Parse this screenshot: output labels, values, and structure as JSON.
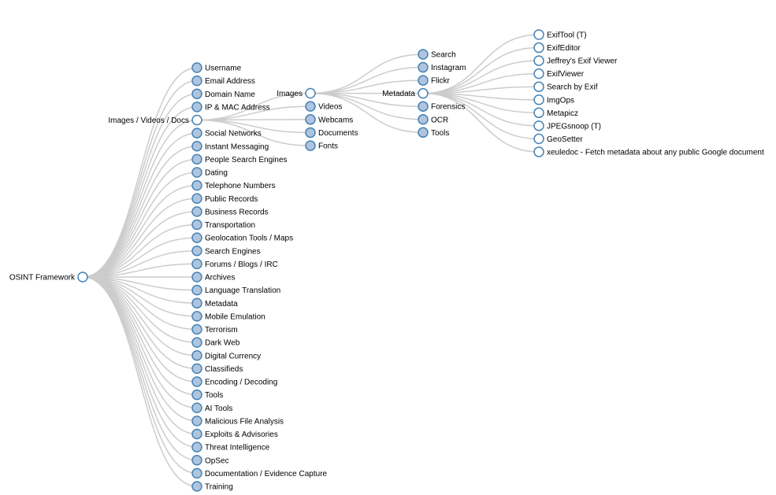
{
  "colors": {
    "link": "#cccccc",
    "node_stroke": "#4682b4",
    "node_fill_collapsed": "#b0c4de",
    "node_fill_expanded": "#ffffff",
    "text": "#000000"
  },
  "tree": {
    "name": "OSINT Framework",
    "state": "expanded",
    "children": [
      {
        "name": "Username",
        "state": "collapsed",
        "children": []
      },
      {
        "name": "Email Address",
        "state": "collapsed",
        "children": []
      },
      {
        "name": "Domain Name",
        "state": "collapsed",
        "children": []
      },
      {
        "name": "IP & MAC Address",
        "state": "collapsed",
        "children": []
      },
      {
        "name": "Images / Videos / Docs",
        "state": "expanded",
        "children": [
          {
            "name": "Images",
            "state": "expanded",
            "children": [
              {
                "name": "Search",
                "state": "collapsed",
                "children": []
              },
              {
                "name": "Instagram",
                "state": "collapsed",
                "children": []
              },
              {
                "name": "Flickr",
                "state": "collapsed",
                "children": []
              },
              {
                "name": "Metadata",
                "state": "expanded",
                "children": [
                  {
                    "name": "ExifTool (T)",
                    "state": "leaf"
                  },
                  {
                    "name": "ExifEditor",
                    "state": "leaf"
                  },
                  {
                    "name": "Jeffrey's Exif Viewer",
                    "state": "leaf"
                  },
                  {
                    "name": "ExifViewer",
                    "state": "leaf"
                  },
                  {
                    "name": "Search by Exif",
                    "state": "leaf"
                  },
                  {
                    "name": "ImgOps",
                    "state": "leaf"
                  },
                  {
                    "name": "Metapicz",
                    "state": "leaf"
                  },
                  {
                    "name": "JPEGsnoop (T)",
                    "state": "leaf"
                  },
                  {
                    "name": "GeoSetter",
                    "state": "leaf"
                  },
                  {
                    "name": "xeuledoc - Fetch metadata about any public Google document",
                    "state": "leaf"
                  }
                ]
              },
              {
                "name": "Forensics",
                "state": "collapsed",
                "children": []
              },
              {
                "name": "OCR",
                "state": "collapsed",
                "children": []
              },
              {
                "name": "Tools",
                "state": "collapsed",
                "children": []
              }
            ]
          },
          {
            "name": "Videos",
            "state": "collapsed",
            "children": []
          },
          {
            "name": "Webcams",
            "state": "collapsed",
            "children": []
          },
          {
            "name": "Documents",
            "state": "collapsed",
            "children": []
          },
          {
            "name": "Fonts",
            "state": "collapsed",
            "children": []
          }
        ]
      },
      {
        "name": "Social Networks",
        "state": "collapsed",
        "children": []
      },
      {
        "name": "Instant Messaging",
        "state": "collapsed",
        "children": []
      },
      {
        "name": "People Search Engines",
        "state": "collapsed",
        "children": []
      },
      {
        "name": "Dating",
        "state": "collapsed",
        "children": []
      },
      {
        "name": "Telephone Numbers",
        "state": "collapsed",
        "children": []
      },
      {
        "name": "Public Records",
        "state": "collapsed",
        "children": []
      },
      {
        "name": "Business Records",
        "state": "collapsed",
        "children": []
      },
      {
        "name": "Transportation",
        "state": "collapsed",
        "children": []
      },
      {
        "name": "Geolocation Tools / Maps",
        "state": "collapsed",
        "children": []
      },
      {
        "name": "Search Engines",
        "state": "collapsed",
        "children": []
      },
      {
        "name": "Forums / Blogs / IRC",
        "state": "collapsed",
        "children": []
      },
      {
        "name": "Archives",
        "state": "collapsed",
        "children": []
      },
      {
        "name": "Language Translation",
        "state": "collapsed",
        "children": []
      },
      {
        "name": "Metadata",
        "state": "collapsed",
        "children": []
      },
      {
        "name": "Mobile Emulation",
        "state": "collapsed",
        "children": []
      },
      {
        "name": "Terrorism",
        "state": "collapsed",
        "children": []
      },
      {
        "name": "Dark Web",
        "state": "collapsed",
        "children": []
      },
      {
        "name": "Digital Currency",
        "state": "collapsed",
        "children": []
      },
      {
        "name": "Classifieds",
        "state": "collapsed",
        "children": []
      },
      {
        "name": "Encoding / Decoding",
        "state": "collapsed",
        "children": []
      },
      {
        "name": "Tools",
        "state": "collapsed",
        "children": []
      },
      {
        "name": "AI Tools",
        "state": "collapsed",
        "children": []
      },
      {
        "name": "Malicious File Analysis",
        "state": "collapsed",
        "children": []
      },
      {
        "name": "Exploits & Advisories",
        "state": "collapsed",
        "children": []
      },
      {
        "name": "Threat Intelligence",
        "state": "collapsed",
        "children": []
      },
      {
        "name": "OpSec",
        "state": "collapsed",
        "children": []
      },
      {
        "name": "Documentation / Evidence Capture",
        "state": "collapsed",
        "children": []
      },
      {
        "name": "Training",
        "state": "collapsed",
        "children": []
      }
    ]
  }
}
